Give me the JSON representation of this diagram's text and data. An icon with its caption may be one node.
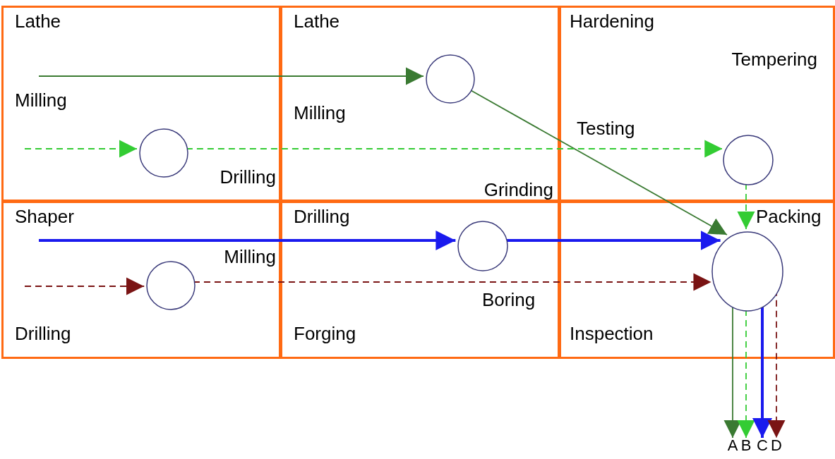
{
  "diagram": {
    "nodes": [
      {
        "text": [
          "Lathe",
          "Milling",
          "Drilling"
        ]
      },
      {
        "text": [],
        "shape": "circle",
        "in": 0
      },
      {
        "text": [
          "Lathe",
          "Milling",
          "Grinding"
        ]
      },
      {
        "text": [],
        "shape": "circle",
        "in": 2
      },
      {
        "text": [
          "Hardening",
          "Tempering",
          "Testing"
        ]
      },
      {
        "text": [],
        "shape": "circle",
        "in": 4
      },
      {
        "text": [
          "Shaper",
          "Milling",
          "Drilling"
        ]
      },
      {
        "text": [],
        "shape": "circle",
        "in": 6
      },
      {
        "text": [
          "Drilling",
          "Boring",
          "Forging"
        ]
      },
      {
        "text": [],
        "shape": "circle",
        "in": 8
      },
      {
        "text": [
          "Packing",
          "Inspection"
        ]
      },
      {
        "text": [],
        "shape": "circle",
        "in": 10
      },
      {
        "text": [
          "A"
        ]
      },
      {
        "text": [
          "B"
        ]
      },
      {
        "text": [
          "C"
        ]
      },
      {
        "text": [
          "D"
        ]
      }
    ],
    "edges": [
      {
        "from": null,
        "to": 3,
        "arrow": "to",
        "color": "#3a7a32"
      },
      {
        "from": 3,
        "to": 11,
        "arrow": "to",
        "color": "#3a7a32"
      },
      {
        "from": null,
        "to": 1,
        "arrow": "to",
        "style": "dashed",
        "color": "#33cc33"
      },
      {
        "from": 1,
        "to": 5,
        "arrow": "to",
        "style": "dashed",
        "color": "#33cc33"
      },
      {
        "from": 5,
        "to": 11,
        "arrow": "to",
        "style": "dashed",
        "color": "#33cc33"
      },
      {
        "from": null,
        "to": 9,
        "arrow": "to",
        "style": "thick",
        "color": "#1a1aee"
      },
      {
        "from": 9,
        "to": 11,
        "arrow": "to",
        "style": "thick",
        "color": "#1a1aee"
      },
      {
        "from": null,
        "to": 7,
        "arrow": "to",
        "style": "dashed",
        "color": "#7a1414"
      },
      {
        "from": 7,
        "to": 11,
        "arrow": "to",
        "style": "dashed",
        "color": "#7a1414"
      },
      {
        "from": 11,
        "to": 12,
        "arrow": "to",
        "color": "#3a7a32"
      },
      {
        "from": 11,
        "to": 13,
        "arrow": "to",
        "style": "dashed",
        "color": "#33cc33"
      },
      {
        "from": 11,
        "to": 14,
        "arrow": "to",
        "style": "thick",
        "color": "#1a1aee"
      },
      {
        "from": 11,
        "to": 15,
        "arrow": "to",
        "style": "dashed",
        "color": "#7a1414"
      }
    ]
  }
}
